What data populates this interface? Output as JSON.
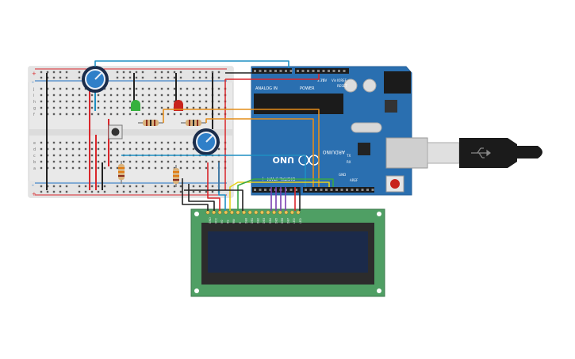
{
  "board": {
    "logo": "UNO",
    "brand": "ARDUINO",
    "digital_label": "DIGITAL (PWM~)",
    "analog_label": "ANALOG IN",
    "power_label": "POWER",
    "aref": "AREF",
    "gnd": "GND",
    "tx": "TX",
    "rx": "RX",
    "reset": "RESET",
    "v33": "3.3V",
    "v5": "5V",
    "vin": "Vin",
    "ioref": "IOREF"
  },
  "lcd": {
    "pins": [
      "GND",
      "VCC",
      "V0",
      "RS",
      "RW",
      "E",
      "DB0",
      "DB1",
      "DB2",
      "DB3",
      "DB4",
      "DB5",
      "DB6",
      "DB7",
      "LED",
      "LED"
    ]
  },
  "breadboard": {
    "rows_top": [
      "j",
      "i",
      "h",
      "g",
      "f"
    ],
    "rows_bottom": [
      "e",
      "d",
      "c",
      "b",
      "a"
    ],
    "rail_plus": "+",
    "rail_minus": "-"
  },
  "colors": {
    "board": "#2a6fb0",
    "breadboard": "#ececec",
    "lcd_pcb": "#4f9f64",
    "lcd_screen": "#1b2a4a",
    "wire_red": "#d9262b",
    "wire_black": "#222222",
    "wire_blue": "#1e8fc3",
    "wire_orange": "#e48d1a",
    "wire_yellow": "#e6d11c",
    "wire_green": "#3aa845",
    "wire_purple": "#7a3fb0",
    "led_green": "#36b13d",
    "led_red": "#c8231d"
  }
}
